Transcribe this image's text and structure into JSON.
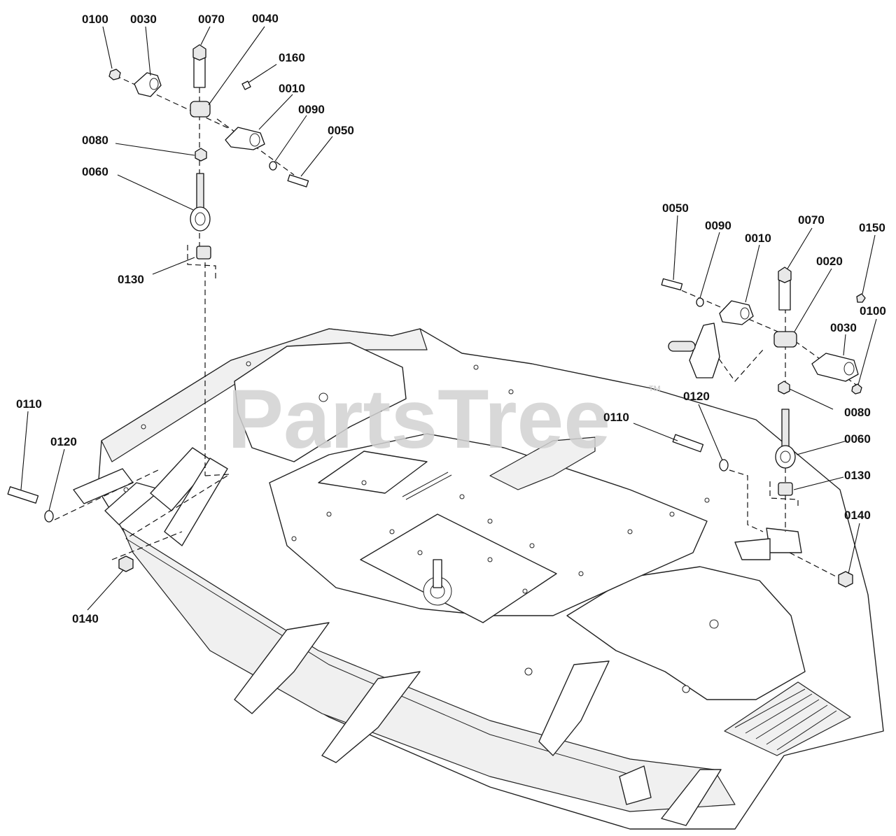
{
  "diagram": {
    "watermark": "PartsTree",
    "trademark": "™"
  },
  "callouts": {
    "left": {
      "c0100": "0100",
      "c0030": "0030",
      "c0070": "0070",
      "c0040": "0040",
      "c0160": "0160",
      "c0010": "0010",
      "c0090": "0090",
      "c0050": "0050",
      "c0080": "0080",
      "c0060": "0060",
      "c0130": "0130",
      "c0110": "0110",
      "c0120": "0120",
      "c0140": "0140"
    },
    "right": {
      "c0050": "0050",
      "c0090": "0090",
      "c0010": "0010",
      "c0070": "0070",
      "c0150": "0150",
      "c0020": "0020",
      "c0100": "0100",
      "c0030": "0030",
      "c0080": "0080",
      "c0060": "0060",
      "c0130": "0130",
      "c0110": "0110",
      "c0120": "0120",
      "c0140": "0140"
    }
  }
}
